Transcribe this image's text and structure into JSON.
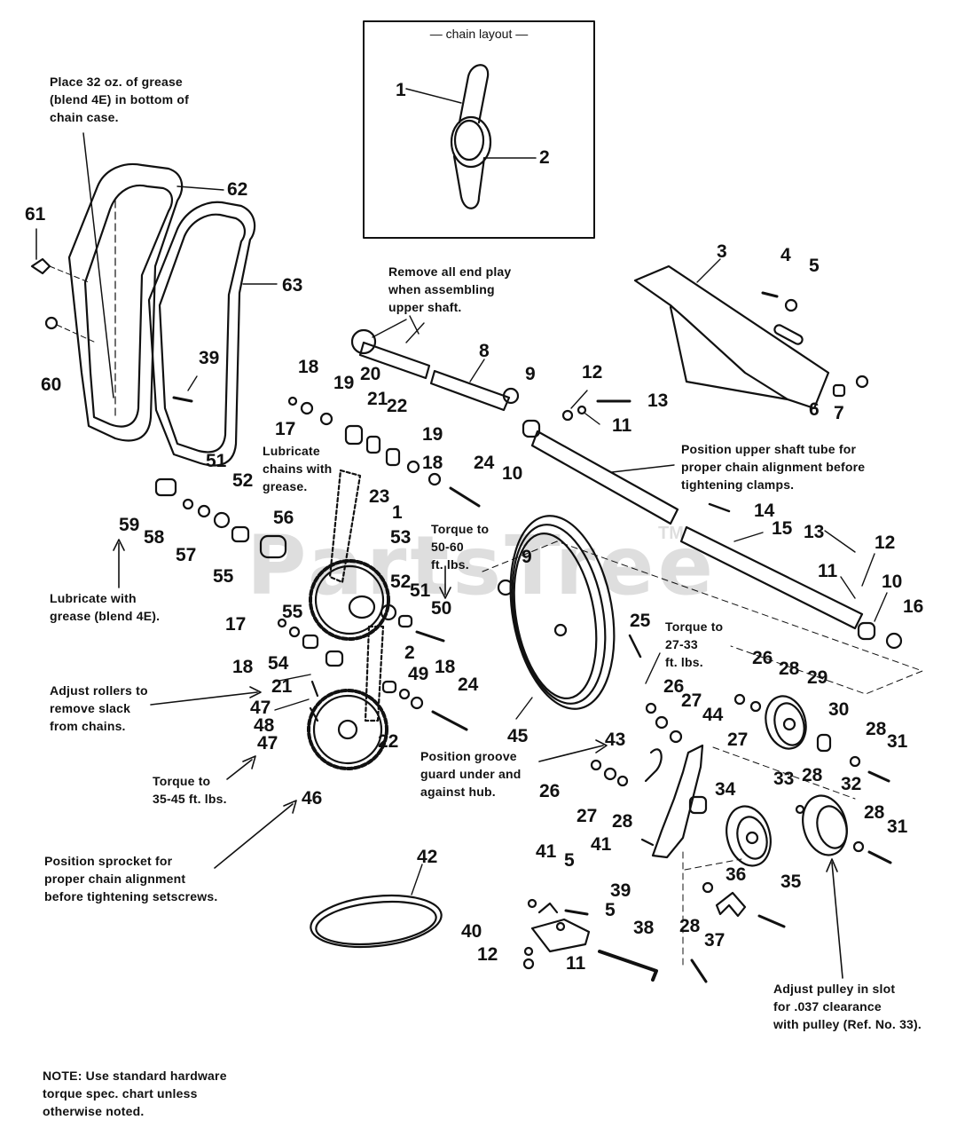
{
  "watermark": "PartsTree",
  "watermark_tm": "TM",
  "inset": {
    "title": "— chain layout —",
    "labels": [
      "1",
      "2"
    ]
  },
  "notes": {
    "grease_case": "Place 32 oz. of grease\n(blend 4E) in bottom of\nchain case.",
    "end_play": "Remove all end play\nwhen assembling\nupper shaft.",
    "lubricate_chains": "Lubricate\nchains with\ngrease.",
    "position_tube": "Position upper shaft tube for\nproper chain alignment before\ntightening clamps.",
    "torque_50_60": "Torque to\n50-60\nft. lbs.",
    "lubricate_grease": "Lubricate with\ngrease (blend 4E).",
    "torque_27_33": "Torque to\n27-33\nft. lbs.",
    "adjust_rollers": "Adjust rollers to\nremove slack\nfrom chains.",
    "position_groove": "Position groove\nguard under and\nagainst hub.",
    "torque_35_45": "Torque to\n35-45 ft. lbs.",
    "position_sprocket": "Position sprocket for\nproper chain alignment\nbefore tightening setscrews.",
    "adjust_pulley": "Adjust pulley in slot\nfor .037 clearance\nwith pulley (Ref. No. 33).",
    "hardware_note": "NOTE: Use standard hardware\ntorque spec. chart unless\notherwise noted."
  },
  "parts": [
    "61",
    "60",
    "62",
    "63",
    "39",
    "59",
    "58",
    "51",
    "57",
    "52",
    "55",
    "56",
    "17",
    "18",
    "19",
    "20",
    "21",
    "22",
    "23",
    "19",
    "18",
    "24",
    "8",
    "9",
    "10",
    "12",
    "13",
    "11",
    "3",
    "4",
    "5",
    "6",
    "7",
    "14",
    "15",
    "13",
    "12",
    "11",
    "10",
    "16",
    "1",
    "53",
    "52",
    "51",
    "50",
    "9",
    "55",
    "17",
    "18",
    "54",
    "21",
    "47",
    "48",
    "47",
    "2",
    "49",
    "18",
    "24",
    "22",
    "46",
    "45",
    "25",
    "26",
    "27",
    "44",
    "26",
    "28",
    "29",
    "27",
    "30",
    "28",
    "31",
    "43",
    "26",
    "27",
    "28",
    "34",
    "33",
    "28",
    "32",
    "28",
    "31",
    "41",
    "41",
    "5",
    "39",
    "5",
    "36",
    "35",
    "40",
    "38",
    "12",
    "11",
    "28",
    "37",
    "42"
  ]
}
